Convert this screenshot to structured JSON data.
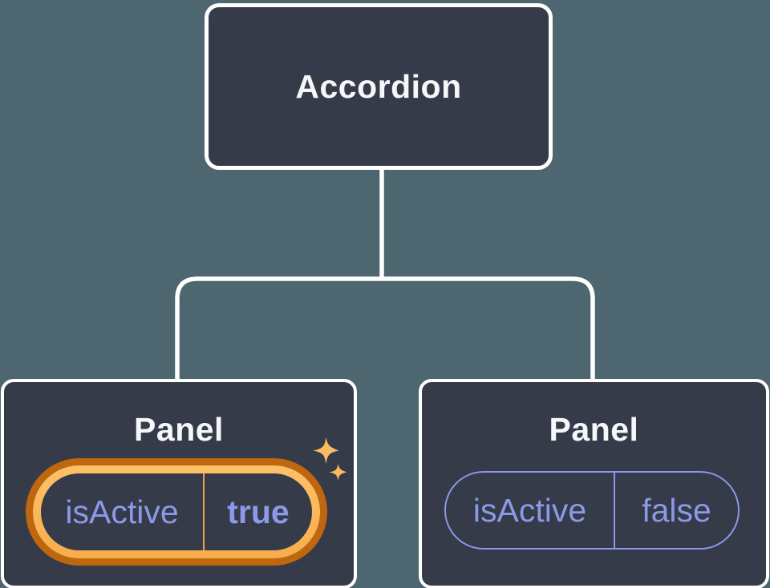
{
  "diagram": {
    "title": "Accordion component tree with isActive state",
    "background_color": "#4D6670",
    "root": {
      "label": "Accordion"
    },
    "panels": [
      {
        "label": "Panel",
        "state_key": "isActive",
        "state_value": "true",
        "highlighted": true
      },
      {
        "label": "Panel",
        "state_key": "isActive",
        "state_value": "false",
        "highlighted": false
      }
    ],
    "icons": {
      "sparkles": "sparkle-icon (two four-pointed stars marking the active panel)"
    },
    "colors": {
      "node_fill": "#353B48",
      "node_border": "#FFFFFF",
      "connector": "#FFFFFF",
      "label_text": "#F6F7F9",
      "state_text": "#8B99E8",
      "highlight_ring_outer": "#BF670E",
      "highlight_ring_inner": "#FBB75A",
      "highlight_divider": "#E9A64B",
      "sparkle": "#F9BC62"
    }
  }
}
